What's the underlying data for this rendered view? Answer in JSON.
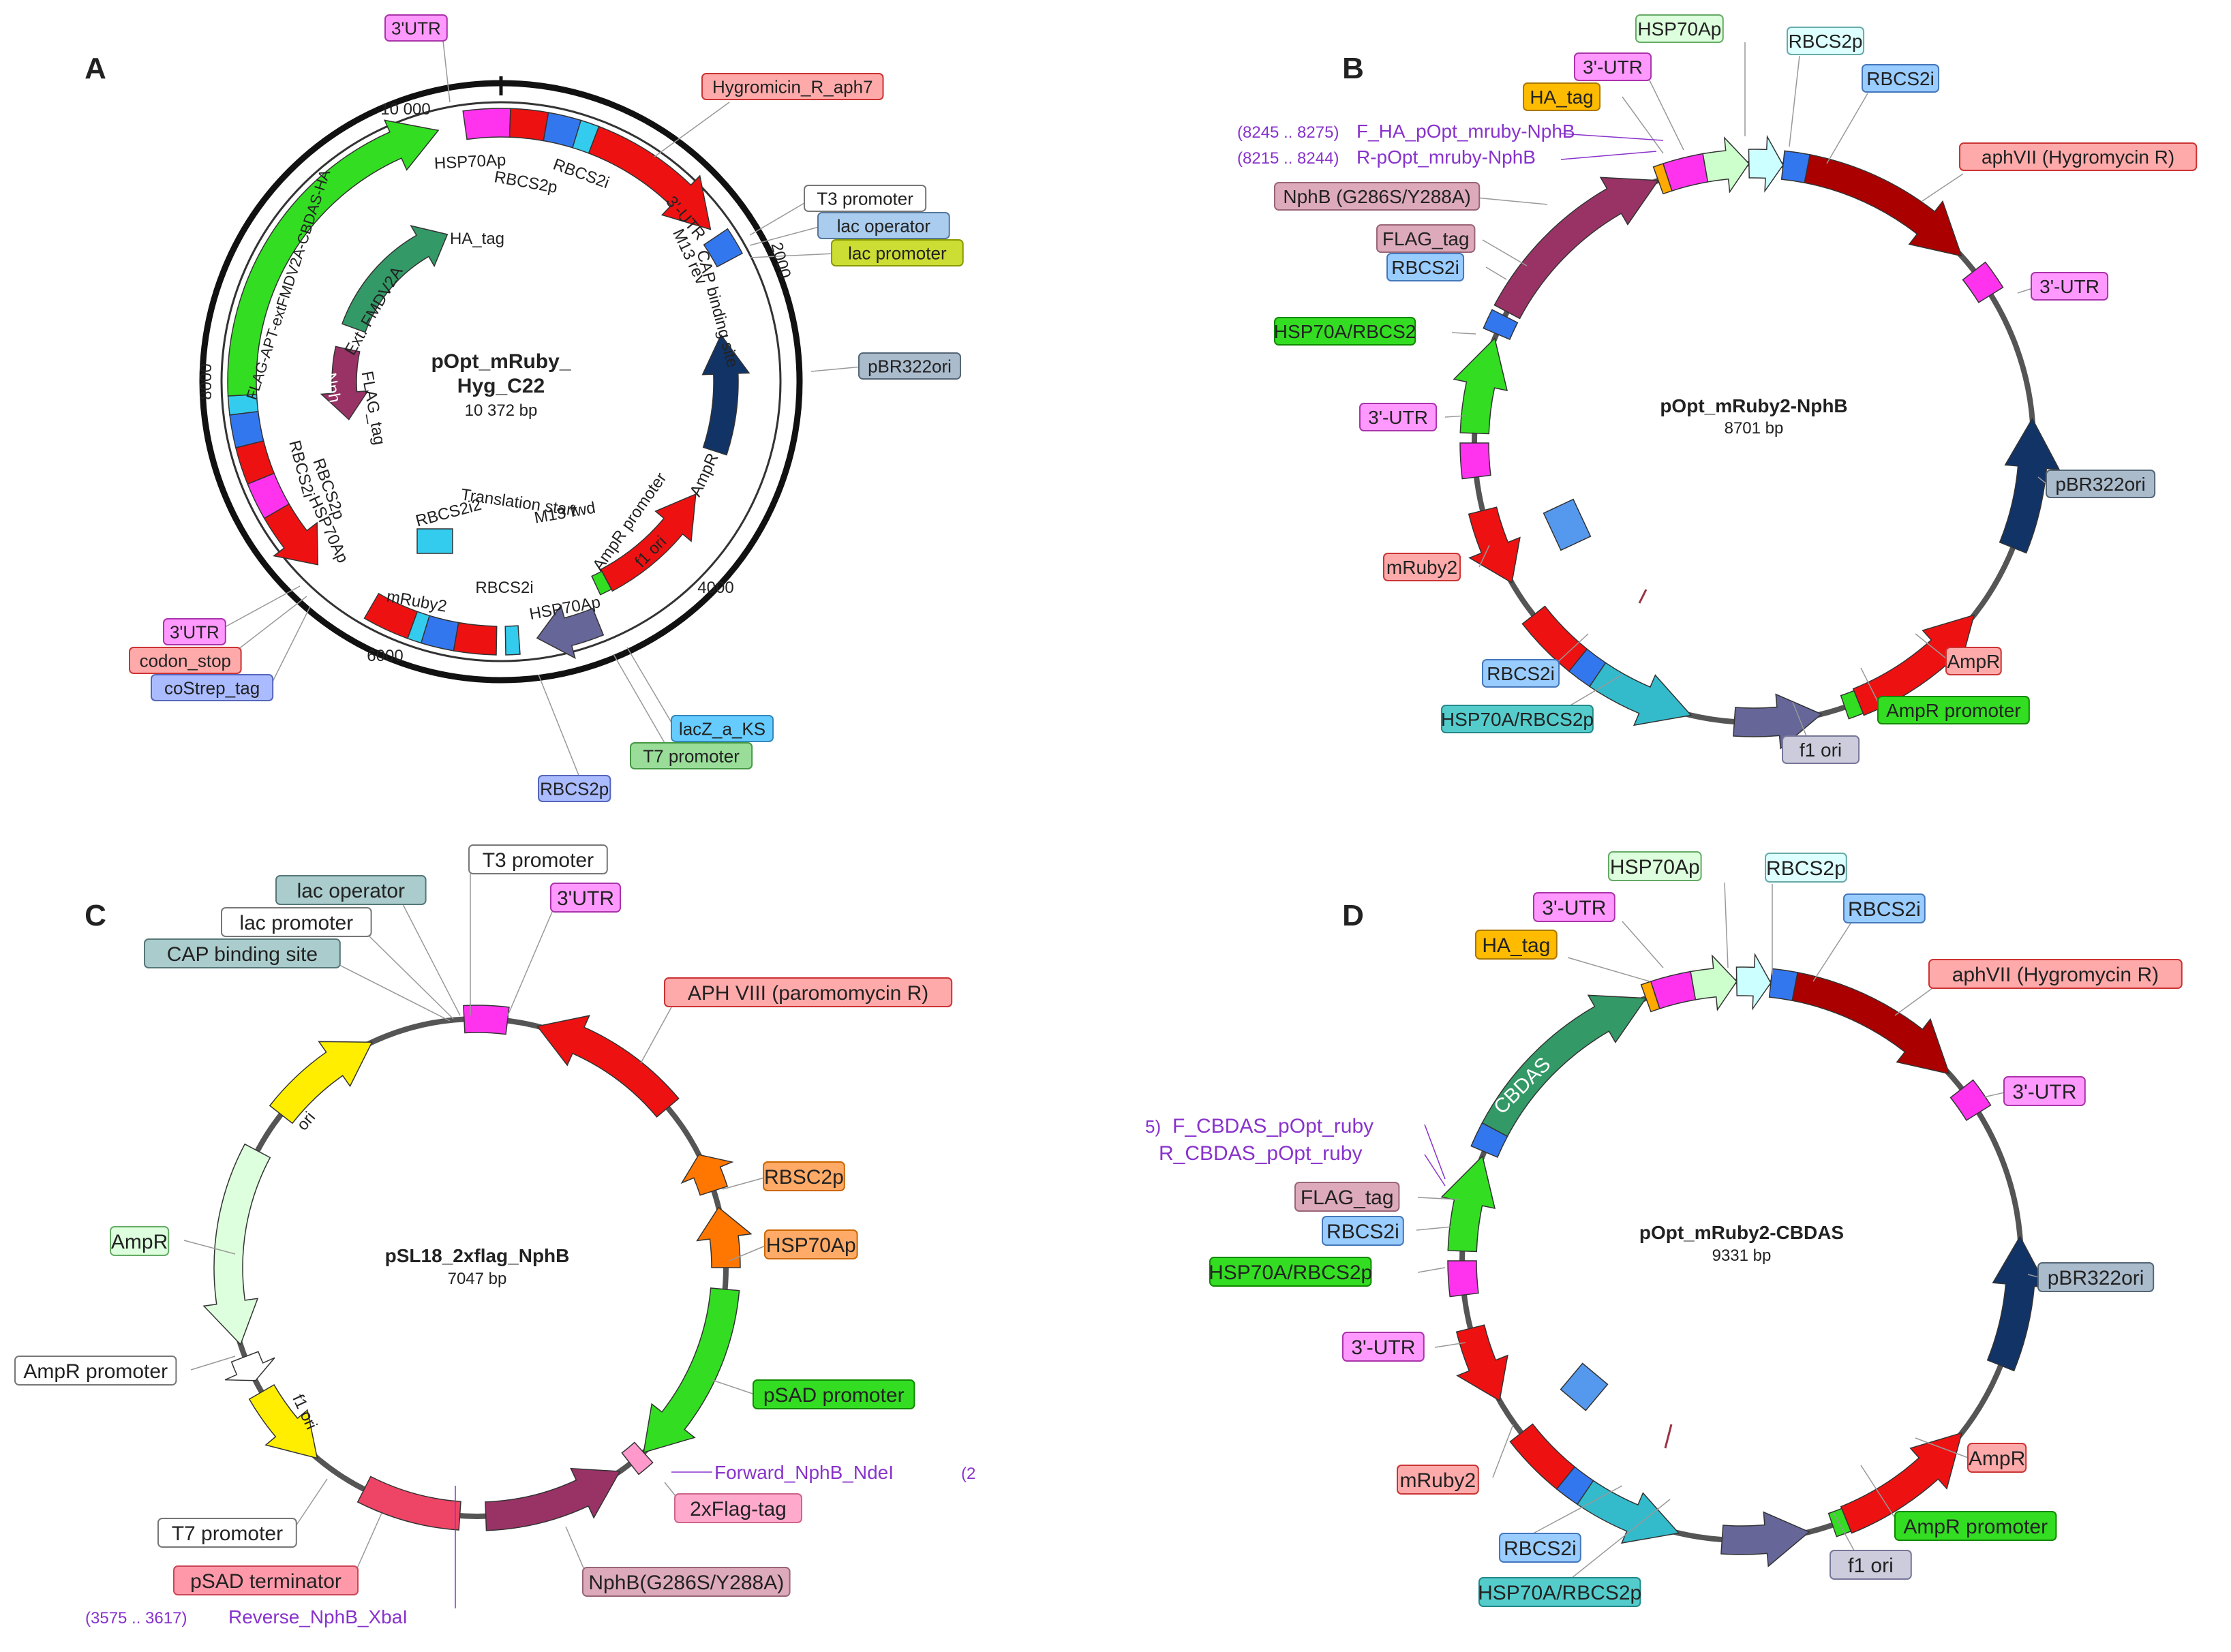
{
  "colors": {
    "magenta": "#ff33ee",
    "red": "#ee1111",
    "blue": "#3377ee",
    "cyan": "#33ccee",
    "green": "#33dd22",
    "darkgreen": "#339966",
    "maroon": "#993366",
    "navy": "#113366",
    "darkred": "#aa0000",
    "lightgreen": "#ccffcc",
    "lightcyan": "#ccffff",
    "slate": "#666699",
    "teal": "#33bbcc",
    "orange": "#ff7700",
    "yellow": "#ffee00",
    "pink": "#ee4466",
    "paleGreen": "#ddffdd"
  },
  "panels": [
    {
      "letter": "A",
      "name": "pOpt_mRuby_",
      "name2": "Hyg_C22",
      "size": "10 372 bp",
      "ticks": [
        "10 000",
        "2000",
        "4000",
        "6000",
        "8000"
      ],
      "labels": [
        {
          "text": "3'UTR",
          "fill": "#ff99ff",
          "stroke": "#aa33aa"
        },
        {
          "text": "Hygromicin_R_aph7",
          "fill": "#ffaaaa",
          "stroke": "#cc3333"
        },
        {
          "text": "T3 promoter",
          "fill": "#ffffff",
          "stroke": "#777777"
        },
        {
          "text": "lac operator",
          "fill": "#aaccee",
          "stroke": "#557799"
        },
        {
          "text": "lac promoter",
          "fill": "#ccdd33",
          "stroke": "#889900"
        },
        {
          "text": "pBR322ori",
          "fill": "#aabbcc",
          "stroke": "#556677"
        },
        {
          "text": "3'UTR",
          "fill": "#ff99ff",
          "stroke": "#aa33aa"
        },
        {
          "text": "codon_stop",
          "fill": "#ffaaaa",
          "stroke": "#cc3333"
        },
        {
          "text": "coStrep_tag",
          "fill": "#aabbff",
          "stroke": "#5566bb"
        },
        {
          "text": "lacZ_a_KS",
          "fill": "#66ccff",
          "stroke": "#3388bb"
        },
        {
          "text": "T7 promoter",
          "fill": "#99dd99",
          "stroke": "#449944"
        },
        {
          "text": "RBCS2p",
          "fill": "#aabbff",
          "stroke": "#5566bb"
        }
      ],
      "inner": [
        "HSP70Ap",
        "RBCS2p",
        "RBCS2i",
        "3'-UTR",
        "M13 rev",
        "CAP binding site",
        "CBDAS",
        "Ext. FMDV2A",
        "HA_tag",
        "Nph...",
        "FLAG_tag",
        "FLAG-APT-extFMDV2A-CBDAS-HA",
        "Translation start",
        "RBCS2i2",
        "M13 fwd",
        "AmpR",
        "AmpR promoter",
        "f1 ori",
        "RBCS2i",
        "HSP70Ap",
        "mRuby2",
        "RBCS2i",
        "RBCS2p",
        "HSP70Ap"
      ]
    },
    {
      "letter": "B",
      "name": "pOpt_mRuby2-NphB",
      "size": "8701 bp",
      "labels": [
        {
          "text": "HSP70Ap",
          "fill": "#ddffdd",
          "stroke": "#66aa66"
        },
        {
          "text": "RBCS2p",
          "fill": "#ddffff",
          "stroke": "#66aaaa"
        },
        {
          "text": "3'-UTR",
          "fill": "#ff99ff",
          "stroke": "#aa33aa"
        },
        {
          "text": "RBCS2i",
          "fill": "#99ccff",
          "stroke": "#4477bb"
        },
        {
          "text": "HA_tag",
          "fill": "#ffbb00",
          "stroke": "#aa7700"
        },
        {
          "text": "aphVII (Hygromycin R)",
          "fill": "#ffaaaa",
          "stroke": "#cc3333"
        },
        {
          "text": "NphB (G286S/Y288A)",
          "fill": "#ddaabb",
          "stroke": "#996677"
        },
        {
          "text": "FLAG_tag",
          "fill": "#ddaabb",
          "stroke": "#996677"
        },
        {
          "text": "3'-UTR",
          "fill": "#ff99ff",
          "stroke": "#aa33aa"
        },
        {
          "text": "RBCS2i",
          "fill": "#99ccff",
          "stroke": "#4477bb"
        },
        {
          "text": "HSP70A/RBCS2",
          "fill": "#33dd22",
          "stroke": "#118800"
        },
        {
          "text": "3'-UTR",
          "fill": "#ff99ff",
          "stroke": "#aa33aa"
        },
        {
          "text": "pBR322ori",
          "fill": "#aabbcc",
          "stroke": "#556677"
        },
        {
          "text": "mRuby2",
          "fill": "#ffaaaa",
          "stroke": "#cc3333"
        },
        {
          "text": "AmpR",
          "fill": "#ffaaaa",
          "stroke": "#cc3333"
        },
        {
          "text": "RBCS2i",
          "fill": "#99ccff",
          "stroke": "#4477bb"
        },
        {
          "text": "AmpR promoter",
          "fill": "#33dd22",
          "stroke": "#118800"
        },
        {
          "text": "HSP70A/RBCS2p",
          "fill": "#55cccc",
          "stroke": "#228888"
        },
        {
          "text": "f1 ori",
          "fill": "#ccccdd",
          "stroke": "#777799"
        }
      ],
      "primers": [
        {
          "range": "(8245 .. 8275)",
          "name": "F_HA_pOpt_mruby-NphB"
        },
        {
          "range": "(8215 .. 8244)",
          "name": "R-pOpt_mruby-NphB"
        }
      ]
    },
    {
      "letter": "C",
      "name": "pSL18_2xflag_NphB",
      "size": "7047 bp",
      "labels": [
        {
          "text": "T3 promoter",
          "fill": "#ffffff",
          "stroke": "#777777"
        },
        {
          "text": "lac operator",
          "fill": "#aacccc",
          "stroke": "#557777"
        },
        {
          "text": "3'UTR",
          "fill": "#ff99ff",
          "stroke": "#aa33aa"
        },
        {
          "text": "lac promoter",
          "fill": "#ffffff",
          "stroke": "#777777"
        },
        {
          "text": "CAP binding site",
          "fill": "#aacccc",
          "stroke": "#557777"
        },
        {
          "text": "APH VIII (paromomycin R)",
          "fill": "#ffaaaa",
          "stroke": "#cc3333"
        },
        {
          "text": "RBSC2p",
          "fill": "#ffaa66",
          "stroke": "#cc6600"
        },
        {
          "text": "HSP70Ap",
          "fill": "#ffaa66",
          "stroke": "#cc6600"
        },
        {
          "text": "AmpR",
          "fill": "#ddffdd",
          "stroke": "#66aa66"
        },
        {
          "text": "pSAD promoter",
          "fill": "#33dd22",
          "stroke": "#118800"
        },
        {
          "text": "AmpR promoter",
          "fill": "#ffffff",
          "stroke": "#777777"
        },
        {
          "text": "2xFlag-tag",
          "fill": "#ffaacc",
          "stroke": "#cc6688"
        },
        {
          "text": "T7 promoter",
          "fill": "#ffffff",
          "stroke": "#777777"
        },
        {
          "text": "pSAD terminator",
          "fill": "#ff99aa",
          "stroke": "#cc4455"
        },
        {
          "text": "NphB(G286S/Y288A)",
          "fill": "#ddaabb",
          "stroke": "#996677"
        }
      ],
      "inner": [
        "ori",
        "f1 ori"
      ],
      "primers": [
        {
          "range": "(2",
          "name": "Forward_NphB_NdeI"
        },
        {
          "range": "(3575 .. 3617)",
          "name": "Reverse_NphB_XbaI"
        }
      ]
    },
    {
      "letter": "D",
      "name": "pOpt_mRuby2-CBDAS",
      "size": "9331 bp",
      "labels": [
        {
          "text": "HSP70Ap",
          "fill": "#ddffdd",
          "stroke": "#66aa66"
        },
        {
          "text": "RBCS2p",
          "fill": "#ddffff",
          "stroke": "#66aaaa"
        },
        {
          "text": "3'-UTR",
          "fill": "#ff99ff",
          "stroke": "#aa33aa"
        },
        {
          "text": "RBCS2i",
          "fill": "#99ccff",
          "stroke": "#4477bb"
        },
        {
          "text": "HA_tag",
          "fill": "#ffbb00",
          "stroke": "#aa7700"
        },
        {
          "text": "aphVII (Hygromycin R)",
          "fill": "#ffaaaa",
          "stroke": "#cc3333"
        },
        {
          "text": "3'-UTR",
          "fill": "#ff99ff",
          "stroke": "#aa33aa"
        },
        {
          "text": "FLAG_tag",
          "fill": "#ddaabb",
          "stroke": "#996677"
        },
        {
          "text": "RBCS2i",
          "fill": "#99ccff",
          "stroke": "#4477bb"
        },
        {
          "text": "HSP70A/RBCS2p",
          "fill": "#33dd22",
          "stroke": "#118800"
        },
        {
          "text": "pBR322ori",
          "fill": "#aabbcc",
          "stroke": "#556677"
        },
        {
          "text": "3'-UTR",
          "fill": "#ff99ff",
          "stroke": "#aa33aa"
        },
        {
          "text": "mRuby2",
          "fill": "#ffaaaa",
          "stroke": "#cc3333"
        },
        {
          "text": "AmpR",
          "fill": "#ffaaaa",
          "stroke": "#cc3333"
        },
        {
          "text": "AmpR promoter",
          "fill": "#33dd22",
          "stroke": "#118800"
        },
        {
          "text": "RBCS2i",
          "fill": "#99ccff",
          "stroke": "#4477bb"
        },
        {
          "text": "f1 ori",
          "fill": "#ccccdd",
          "stroke": "#777799"
        },
        {
          "text": "HSP70A/RBCS2p",
          "fill": "#55cccc",
          "stroke": "#228888"
        }
      ],
      "inner": [
        "CBDAS"
      ],
      "primers": [
        {
          "range": "5)",
          "name": "F_CBDAS_pOpt_ruby"
        },
        {
          "range": "",
          "name": "R_CBDAS_pOpt_ruby"
        }
      ]
    }
  ]
}
